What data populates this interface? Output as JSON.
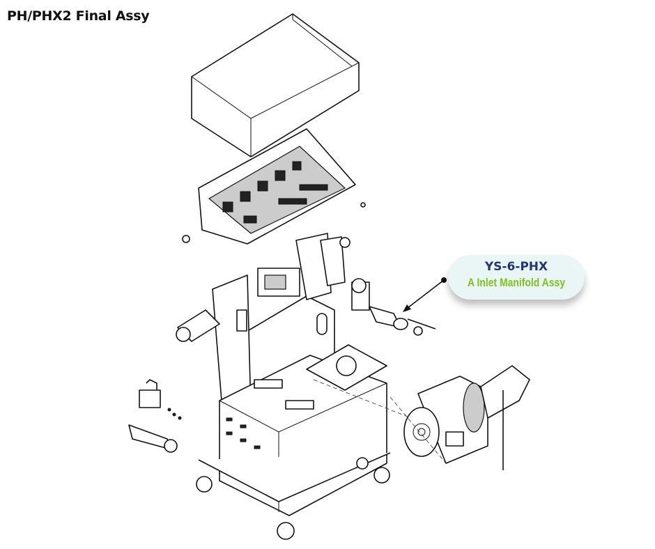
{
  "page": {
    "title": "PH/PHX2 Final Assy"
  },
  "callout": {
    "part_number": "YS-6-PHX",
    "part_name": "A Inlet Manifold Assy",
    "colors": {
      "part_number": "#22357a",
      "part_name": "#7dc21e",
      "background": "#eaf5f6"
    }
  }
}
